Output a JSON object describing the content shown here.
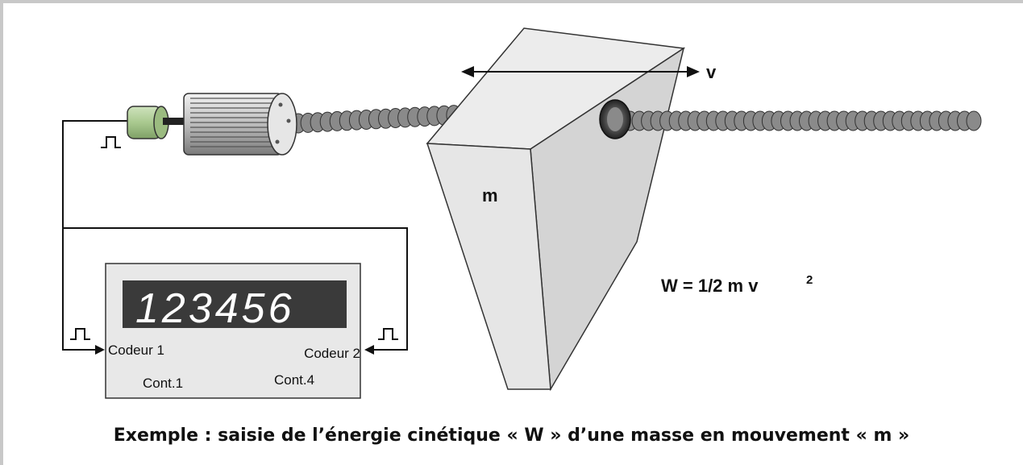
{
  "diagram": {
    "velocity_label": "v",
    "mass_label": "m",
    "formula": {
      "main": "W = 1/2 m v",
      "exponent": "2"
    },
    "counter": {
      "display": "123456",
      "input_left": "Codeur 1",
      "input_right": "Codeur 2",
      "contact_1": "Cont.1",
      "contact_4": "Cont.4"
    },
    "colors": {
      "block_front": "#e6e6e6",
      "block_side": "#d4d4d4",
      "block_top": "#ececec",
      "screw": "#808080",
      "encoder": "#a9c98f",
      "display_bg": "#3a3a3a",
      "counter_bg": "#e8e8e8"
    },
    "icons": [
      "pulse-icon",
      "double-arrow-icon",
      "encoder-icon",
      "motor-icon",
      "lead-screw-icon"
    ]
  },
  "caption": "Exemple : saisie de l’énergie cinétique « W » d’une masse en mouvement « m »"
}
